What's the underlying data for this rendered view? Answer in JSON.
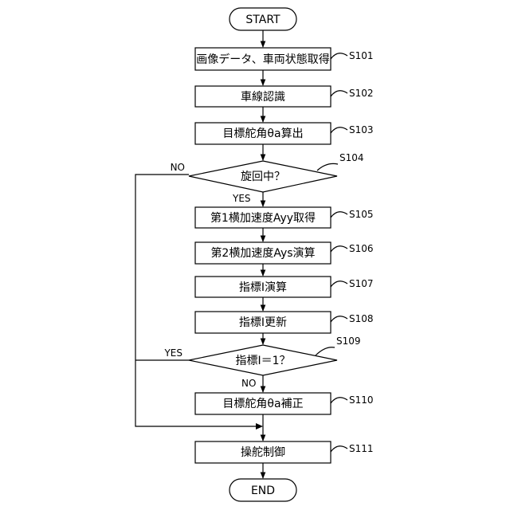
{
  "terminals": {
    "start": "START",
    "end": "END"
  },
  "steps": [
    {
      "id": "S101",
      "text": "画像データ、車両状態取得"
    },
    {
      "id": "S102",
      "text": "車線認識"
    },
    {
      "id": "S103",
      "text": "目標舵角θa算出"
    },
    {
      "id": "S104",
      "text": "旋回中？"
    },
    {
      "id": "S105",
      "text": "第1横加速度Ayy取得"
    },
    {
      "id": "S106",
      "text": "第2横加速度Ays演算"
    },
    {
      "id": "S107",
      "text": "指標I演算"
    },
    {
      "id": "S108",
      "text": "指標I更新"
    },
    {
      "id": "S109",
      "text": "指標I＝1？"
    },
    {
      "id": "S110",
      "text": "目標舵角θa補正"
    },
    {
      "id": "S111",
      "text": "操舵制御"
    }
  ],
  "branches": {
    "s104_no": "NO",
    "s104_yes": "YES",
    "s109_yes": "YES",
    "s109_no": "NO"
  }
}
